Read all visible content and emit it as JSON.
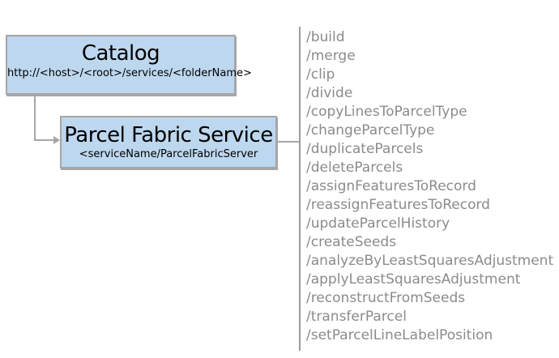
{
  "diagram": {
    "catalog": {
      "title": "Catalog",
      "subtitle": "http://<host>/<root>/services/<folderName>"
    },
    "service": {
      "title": "Parcel Fabric Service",
      "subtitle": "<serviceName/ParcelFabricServer"
    },
    "operations": [
      "/build",
      "/merge",
      "/clip",
      "/divide",
      "/copyLinesToParcelType",
      "/changeParcelType",
      "/duplicateParcels",
      "/deleteParcels",
      "/assignFeaturesToRecord",
      "/reassignFeaturesToRecord",
      "/updateParcelHistory",
      "/createSeeds",
      "/analyzeByLeastSquaresAdjustment",
      "/applyLeastSquaresAdjustment",
      "/reconstructFromSeeds",
      "/transferParcel",
      "/setParcelLineLabelPosition"
    ],
    "colors": {
      "box_fill": "#bdd7ee",
      "box_border": "#a6a6a6",
      "connector": "#a6a6a6",
      "divider": "#9b9b9b",
      "list_text": "#8b8b8b",
      "title_text": "#000000"
    }
  }
}
